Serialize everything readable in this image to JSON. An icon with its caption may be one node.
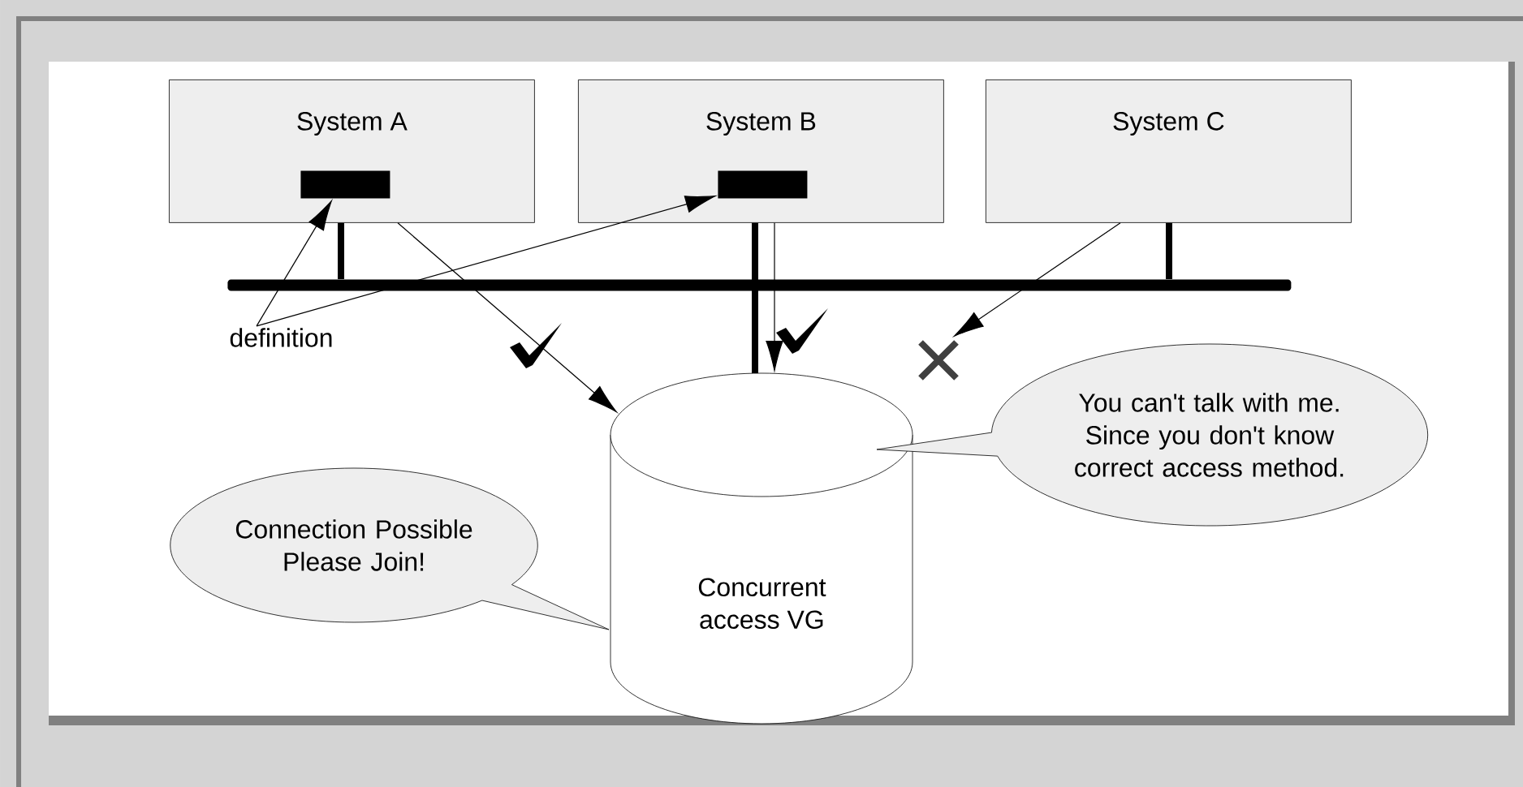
{
  "diagram": {
    "nodes": [
      {
        "text": [
          "System A"
        ]
      },
      {
        "text": [
          "System B"
        ]
      },
      {
        "text": [
          "System C"
        ]
      },
      {
        "text": [],
        "shape": "bar",
        "in": 0
      },
      {
        "text": [],
        "shape": "bar",
        "in": 1
      },
      {
        "text": [],
        "shape": "bar"
      },
      {
        "text": [
          "definition"
        ]
      },
      {
        "text": [
          "Concurrent access VG"
        ]
      },
      {
        "text": [
          "You can't talk with me. Since you don't know correct access method."
        ]
      },
      {
        "text": [
          "Connection Possible Please Join!"
        ]
      }
    ],
    "edges": [
      {
        "from": 0,
        "to": 5,
        "arrow": "none",
        "style": "thick"
      },
      {
        "from": 1,
        "to": 7,
        "arrow": "none",
        "style": "thick"
      },
      {
        "from": 2,
        "to": 5,
        "arrow": "none",
        "style": "thick"
      },
      {
        "from": 0,
        "to": 7,
        "arrow": "to"
      },
      {
        "from": 1,
        "to": 7,
        "arrow": "to"
      },
      {
        "from": 2,
        "to": 7,
        "arrow": "to"
      },
      {
        "from": 6,
        "to": 3,
        "arrow": "to"
      },
      {
        "from": 6,
        "to": 4,
        "arrow": "to"
      }
    ]
  }
}
